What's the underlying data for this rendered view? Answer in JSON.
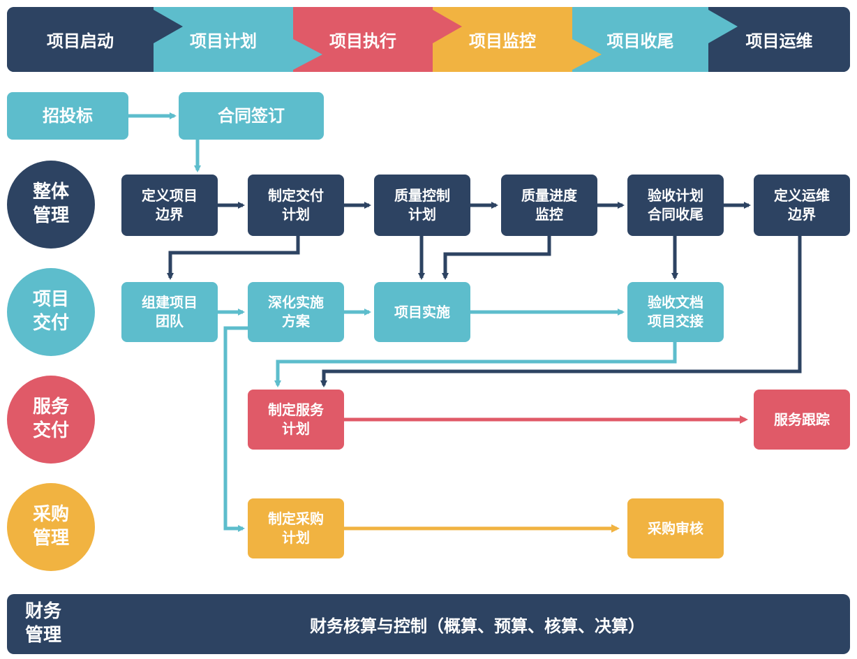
{
  "colors": {
    "dark": "#2d4362",
    "teal": "#5dbdcc",
    "red": "#e05a68",
    "orange": "#f1b341"
  },
  "phases": [
    "项目启动",
    "项目计划",
    "项目执行",
    "项目监控",
    "项目收尾",
    "项目运维"
  ],
  "lanes": {
    "overall": "整体\n管理",
    "delivery": "项目\n交付",
    "service": "服务\n交付",
    "procurement": "采购\n管理",
    "finance": "财务\n管理"
  },
  "initiation": {
    "bidding": "招投标",
    "contract": "合同签订"
  },
  "overall_steps": [
    "定义项目\n边界",
    "制定交付\n计划",
    "质量控制\n计划",
    "质量进度\n监控",
    "验收计划\n合同收尾",
    "定义运维\n边界"
  ],
  "delivery_steps": [
    "组建项目\n团队",
    "深化实施\n方案",
    "项目实施",
    "验收文档\n项目交接"
  ],
  "service_steps": [
    "制定服务\n计划",
    "服务跟踪"
  ],
  "procurement_steps": [
    "制定采购\n计划",
    "采购审核"
  ],
  "finance_text": "财务核算与控制（概算、预算、核算、决算）"
}
